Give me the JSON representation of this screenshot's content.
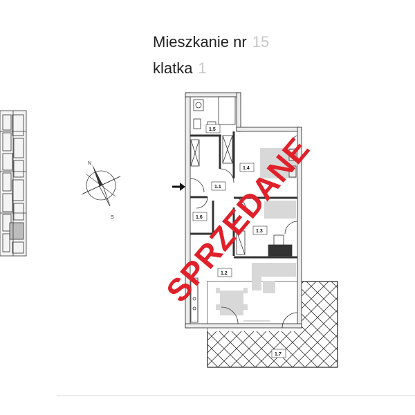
{
  "header": {
    "apartment_label": "Mieszkanie nr",
    "apartment_number": "15",
    "staircase_label": "klatka",
    "staircase_number": "1"
  },
  "status_stamp": "SPRZEDANE",
  "compass": {
    "north": "N",
    "south": "S"
  },
  "rooms": [
    {
      "id": "1.1"
    },
    {
      "id": "1.2"
    },
    {
      "id": "1.3"
    },
    {
      "id": "1.4"
    },
    {
      "id": "1.5"
    },
    {
      "id": "1.6"
    },
    {
      "id": "1.7"
    }
  ],
  "colors": {
    "stamp": "#e0202a",
    "wall": "#222222",
    "wall_fill": "#ececec",
    "title_number": "#c8c8c8"
  }
}
